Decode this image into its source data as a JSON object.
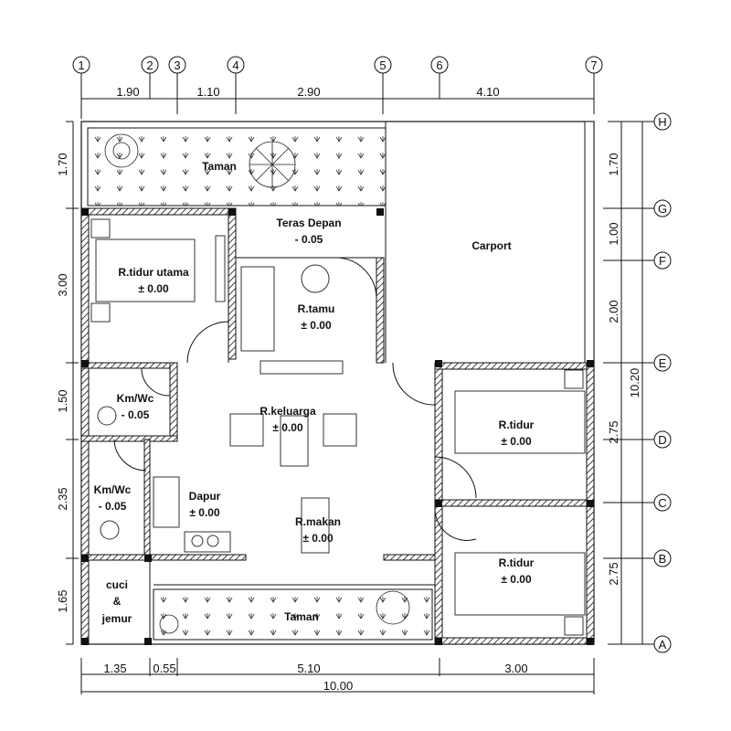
{
  "grid_columns": [
    "1",
    "2",
    "3",
    "4",
    "5",
    "6",
    "7"
  ],
  "grid_rows": [
    "H",
    "G",
    "F",
    "E",
    "D",
    "C",
    "B",
    "A"
  ],
  "top_dimensions": [
    "1.90",
    "1.10",
    "2.90",
    "4.10"
  ],
  "bottom_dimensions": [
    "1.35",
    "0.55",
    "5.10",
    "3.00"
  ],
  "bottom_total": "10.00",
  "left_dimensions": [
    "1.70",
    "3.00",
    "1.50",
    "2.35",
    "1.65"
  ],
  "right_dimensions": [
    "1.70",
    "1.00",
    "2.00",
    "2.75",
    "2.75"
  ],
  "right_total": "10.20",
  "rooms": {
    "taman_top": "Taman",
    "tidur_utama": {
      "name": "R.tidur utama",
      "level": "± 0.00"
    },
    "teras": {
      "name": "Teras Depan",
      "level": "- 0.05"
    },
    "carport": "Carport",
    "tamu": {
      "name": "R.tamu",
      "level": "± 0.00"
    },
    "kmwc1": {
      "name": "Km/Wc",
      "level": "- 0.05"
    },
    "keluarga": {
      "name": "R.keluarga",
      "level": "± 0.00"
    },
    "tidur1": {
      "name": "R.tidur",
      "level": "± 0.00"
    },
    "kmwc2": {
      "name": "Km/Wc",
      "level": "- 0.05"
    },
    "dapur": {
      "name": "Dapur",
      "level": "± 0.00"
    },
    "makan": {
      "name": "R.makan",
      "level": "± 0.00"
    },
    "tidur2": {
      "name": "R.tidur",
      "level": "± 0.00"
    },
    "cuci": {
      "l1": "cuci",
      "l2": "&",
      "l3": "jemur"
    },
    "taman_bottom": "Taman"
  }
}
